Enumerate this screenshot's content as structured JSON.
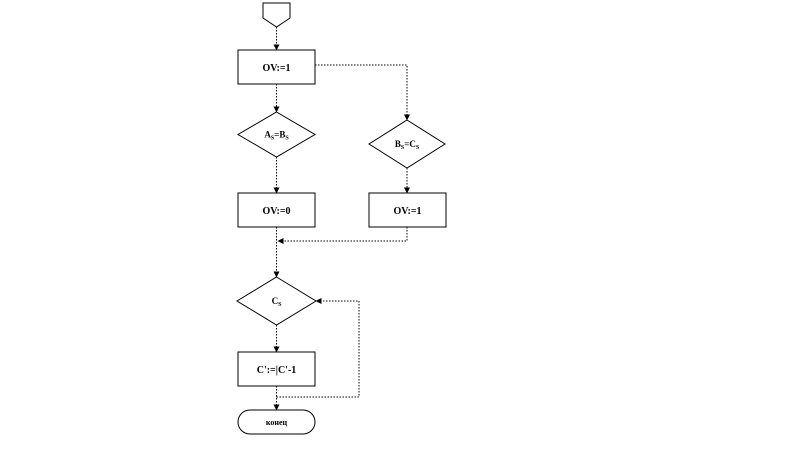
{
  "diagram": {
    "box_ov1_top": "OV:=1",
    "dec_ab": {
      "a": "A",
      "a_sub": "S",
      "op": "=",
      "b": "B",
      "b_sub": "S"
    },
    "dec_bc": {
      "a": "B",
      "a_sub": "S",
      "op": "=",
      "b": "C",
      "b_sub": "S"
    },
    "box_ov0": "OV:=0",
    "box_ov1_right": "OV:=1",
    "dec_c": {
      "a": "C",
      "a_sub": "S"
    },
    "box_update": "C':=|C'-1",
    "terminal_end": "конец",
    "colors": {
      "stroke": "#000000",
      "background": "#ffffff"
    }
  }
}
